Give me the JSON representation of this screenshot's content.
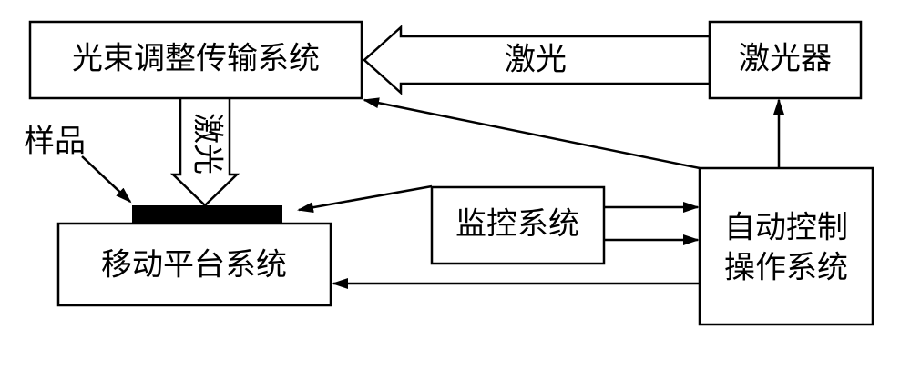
{
  "nodes": {
    "beam_system": "光束调整传输系统",
    "laser_device": "激光器",
    "monitor_system": "监控系统",
    "stage_system": "移动平台系统",
    "auto_control_line1": "自动控制",
    "auto_control_line2": "操作系统"
  },
  "labels": {
    "laser_top": "激光",
    "laser_vertical": "激光",
    "sample": "样品"
  },
  "colors": {
    "stroke": "#000000",
    "sample_fill": "#000000",
    "background": "#ffffff"
  }
}
